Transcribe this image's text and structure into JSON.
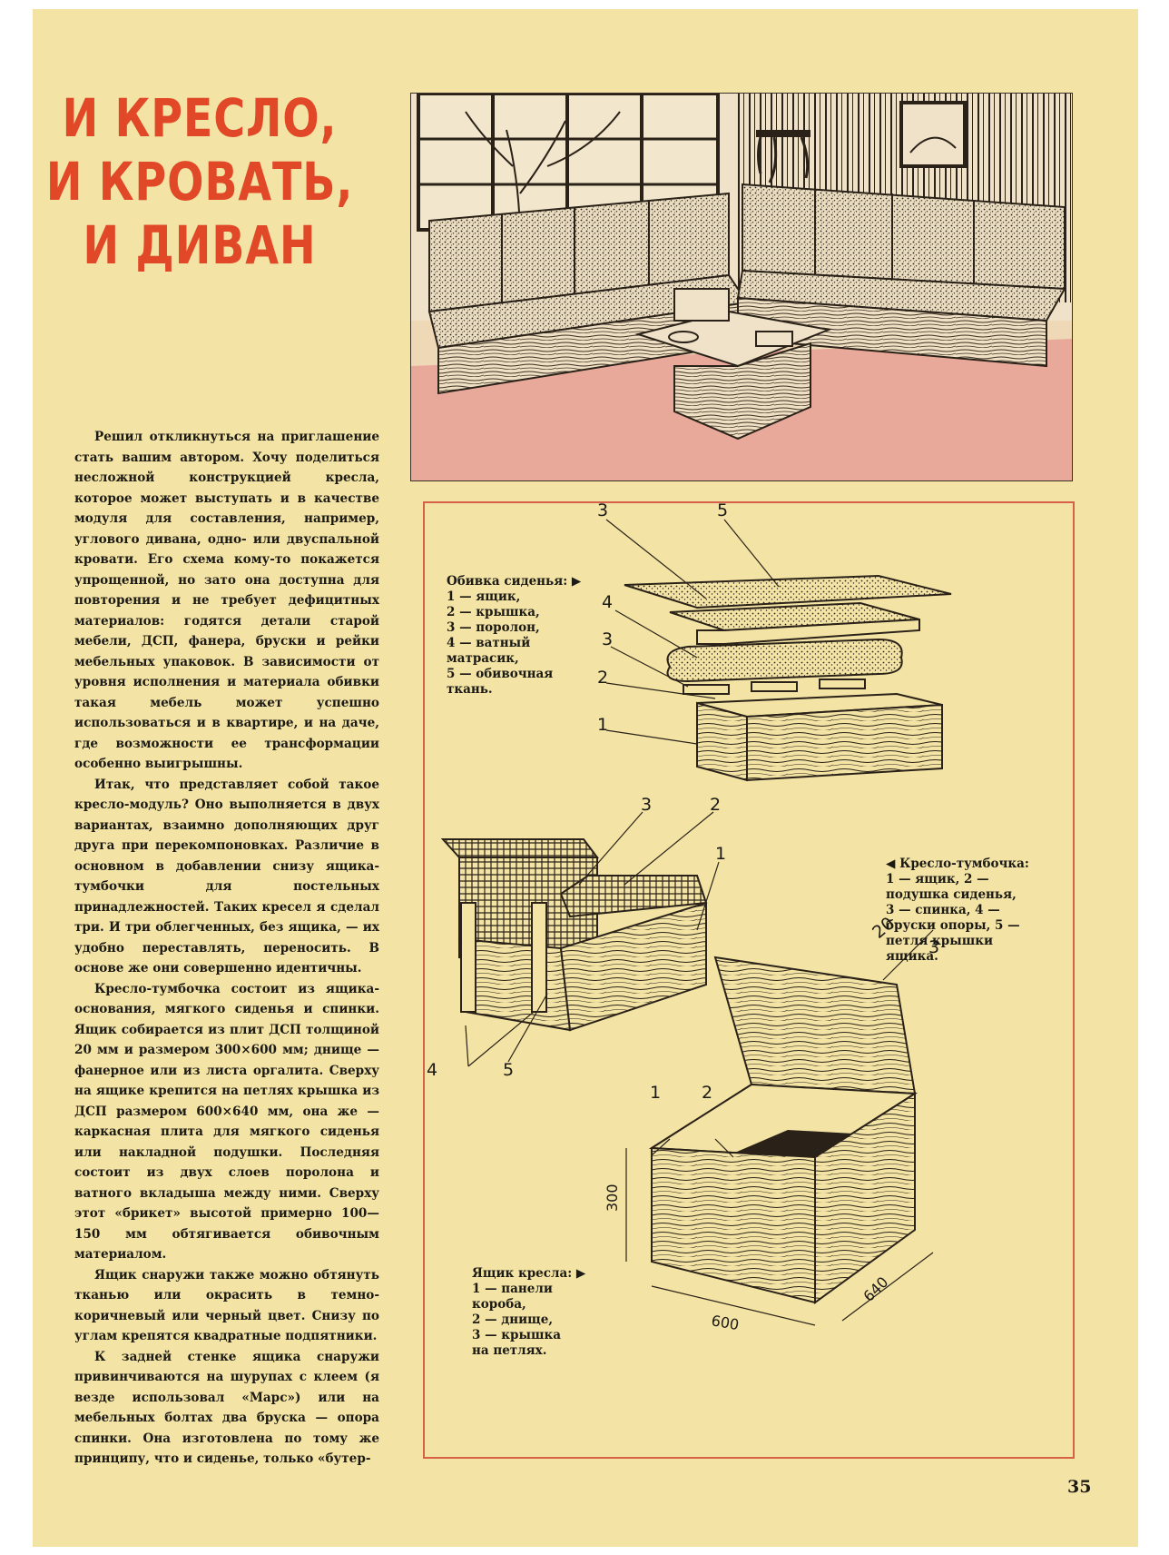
{
  "title": {
    "line1": "И КРЕСЛО,",
    "line2": "И КРОВАТЬ,",
    "line3": "И ДИВАН"
  },
  "colors": {
    "title": "#e04828",
    "paper": "#f3e3a5",
    "frame": "#d76048",
    "floor": "#e9a99a"
  },
  "paragraphs": [
    "Решил откликнуться на приглашение стать вашим автором. Хочу поделиться несложной конструкцией кресла, которое может выступать и в качестве модуля для составления, например, углового дивана, одно- или двуспальной кровати. Его схема кому-то покажется упрощенной, но зато она доступна для повторения и не требует дефицитных материалов: годятся детали старой мебели, ДСП, фанера, бруски и рейки мебельных упаковок. В зависимости от уровня исполнения и материала обивки такая мебель может успешно использоваться и в квартире, и на даче, где возможности ее трансформации особенно выигрышны.",
    "Итак, что представляет собой такое кресло-модуль? Оно выполняется в двух вариантах, взаимно дополняющих друг друга при перекомпоновках. Различие в основном в добавлении снизу ящика-тумбочки для постельных принадлежностей. Таких кресел я сделал три. И три облегченных, без ящика, — их удобно переставлять, переносить. В основе же они совершенно идентичны.",
    "Кресло-тумбочка состоит из ящика-основания, мягкого сиденья и спинки. Ящик собирается из плит ДСП толщиной 20 мм и размером 300×600 мм; днище — фанерное или из листа оргалита. Сверху на ящике крепится на петлях крышка из ДСП размером 600×640 мм, она же — каркасная плита для мягкого сиденья или накладной подушки. Последняя состоит из двух слоев поролона и ватного вкладыша между ними. Сверху этот «брикет» высотой примерно 100—150 мм обтягивается обивочным материалом.",
    "Ящик снаружи также можно обтянуть тканью или окрасить в темно-коричневый или черный цвет. Снизу по углам крепятся квадратные подпятники.",
    "К задней стенке ящика снаружи привинчиваются на шурупах с клеем (я везде использовал «Марс») или на мебельных болтах два бруска — опора спинки. Она изготовлена по тому же принципу, что и сиденье, только «бутер-"
  ],
  "legends": {
    "upholstery": {
      "head": "Обивка сиденья: ▶",
      "items": [
        "1 — ящик,",
        "2 — крышка,",
        "3 — поролон,",
        "4 — ватный",
        "матрасик,",
        "5 — обивочная",
        "ткань."
      ]
    },
    "armchair": {
      "head": "◀ Кресло-тумбочка:",
      "items": [
        "1 — ящик, 2 —",
        "подушка сиденья,",
        "3 — спинка, 4 —",
        "бруски опоры, 5 —",
        "петля крышки",
        "ящика."
      ]
    },
    "box": {
      "head": "Ящик кресла: ▶",
      "items": [
        "1 — панели",
        "короба,",
        "2 — днище,",
        "3 — крышка",
        "на петлях."
      ]
    }
  },
  "callouts": {
    "top": [
      "3",
      "5",
      "4",
      "3",
      "2",
      "1"
    ],
    "middle": [
      "3",
      "2",
      "1",
      "4",
      "5"
    ],
    "bottom": [
      "20",
      "3",
      "1",
      "2"
    ]
  },
  "dimensions": {
    "height": "300",
    "width": "600",
    "depth": "640"
  },
  "page_number": "35"
}
